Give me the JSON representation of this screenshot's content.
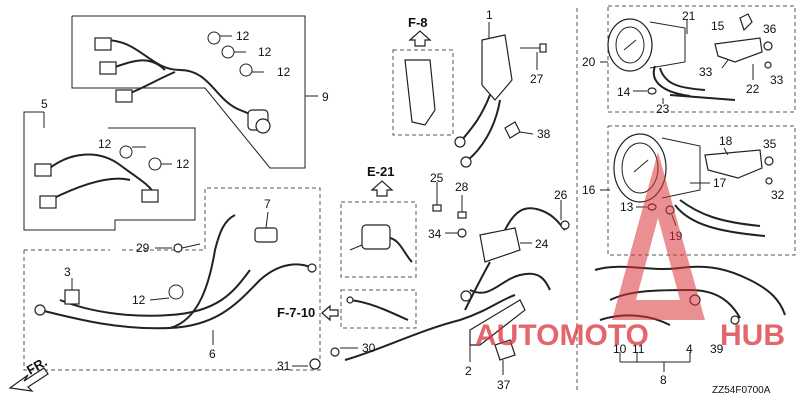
{
  "diagram": {
    "code": "ZZ54F0700A",
    "direction_marker": "FR.",
    "references": {
      "f8": "F-8",
      "e21": "E-21",
      "f710": "F-7-10"
    },
    "parts": {
      "p1": "1",
      "p2": "2",
      "p3": "3",
      "p4": "4",
      "p5": "5",
      "p6": "6",
      "p7": "7",
      "p8": "8",
      "p9": "9",
      "p10": "10",
      "p11": "11",
      "p12": "12",
      "p13": "13",
      "p14": "14",
      "p15": "15",
      "p16": "16",
      "p17": "17",
      "p18": "18",
      "p19": "19",
      "p20": "20",
      "p21": "21",
      "p22": "22",
      "p23": "23",
      "p24": "24",
      "p25": "25",
      "p26": "26",
      "p27": "27",
      "p28": "28",
      "p29": "29",
      "p30": "30",
      "p31": "31",
      "p32": "32",
      "p33": "33",
      "p34": "34",
      "p35": "35",
      "p36": "36",
      "p37": "37",
      "p38": "38",
      "p39": "39"
    },
    "watermark": {
      "text_a": "AUTOMOTO",
      "text_b": "HUB",
      "color": "#d9343b"
    }
  }
}
